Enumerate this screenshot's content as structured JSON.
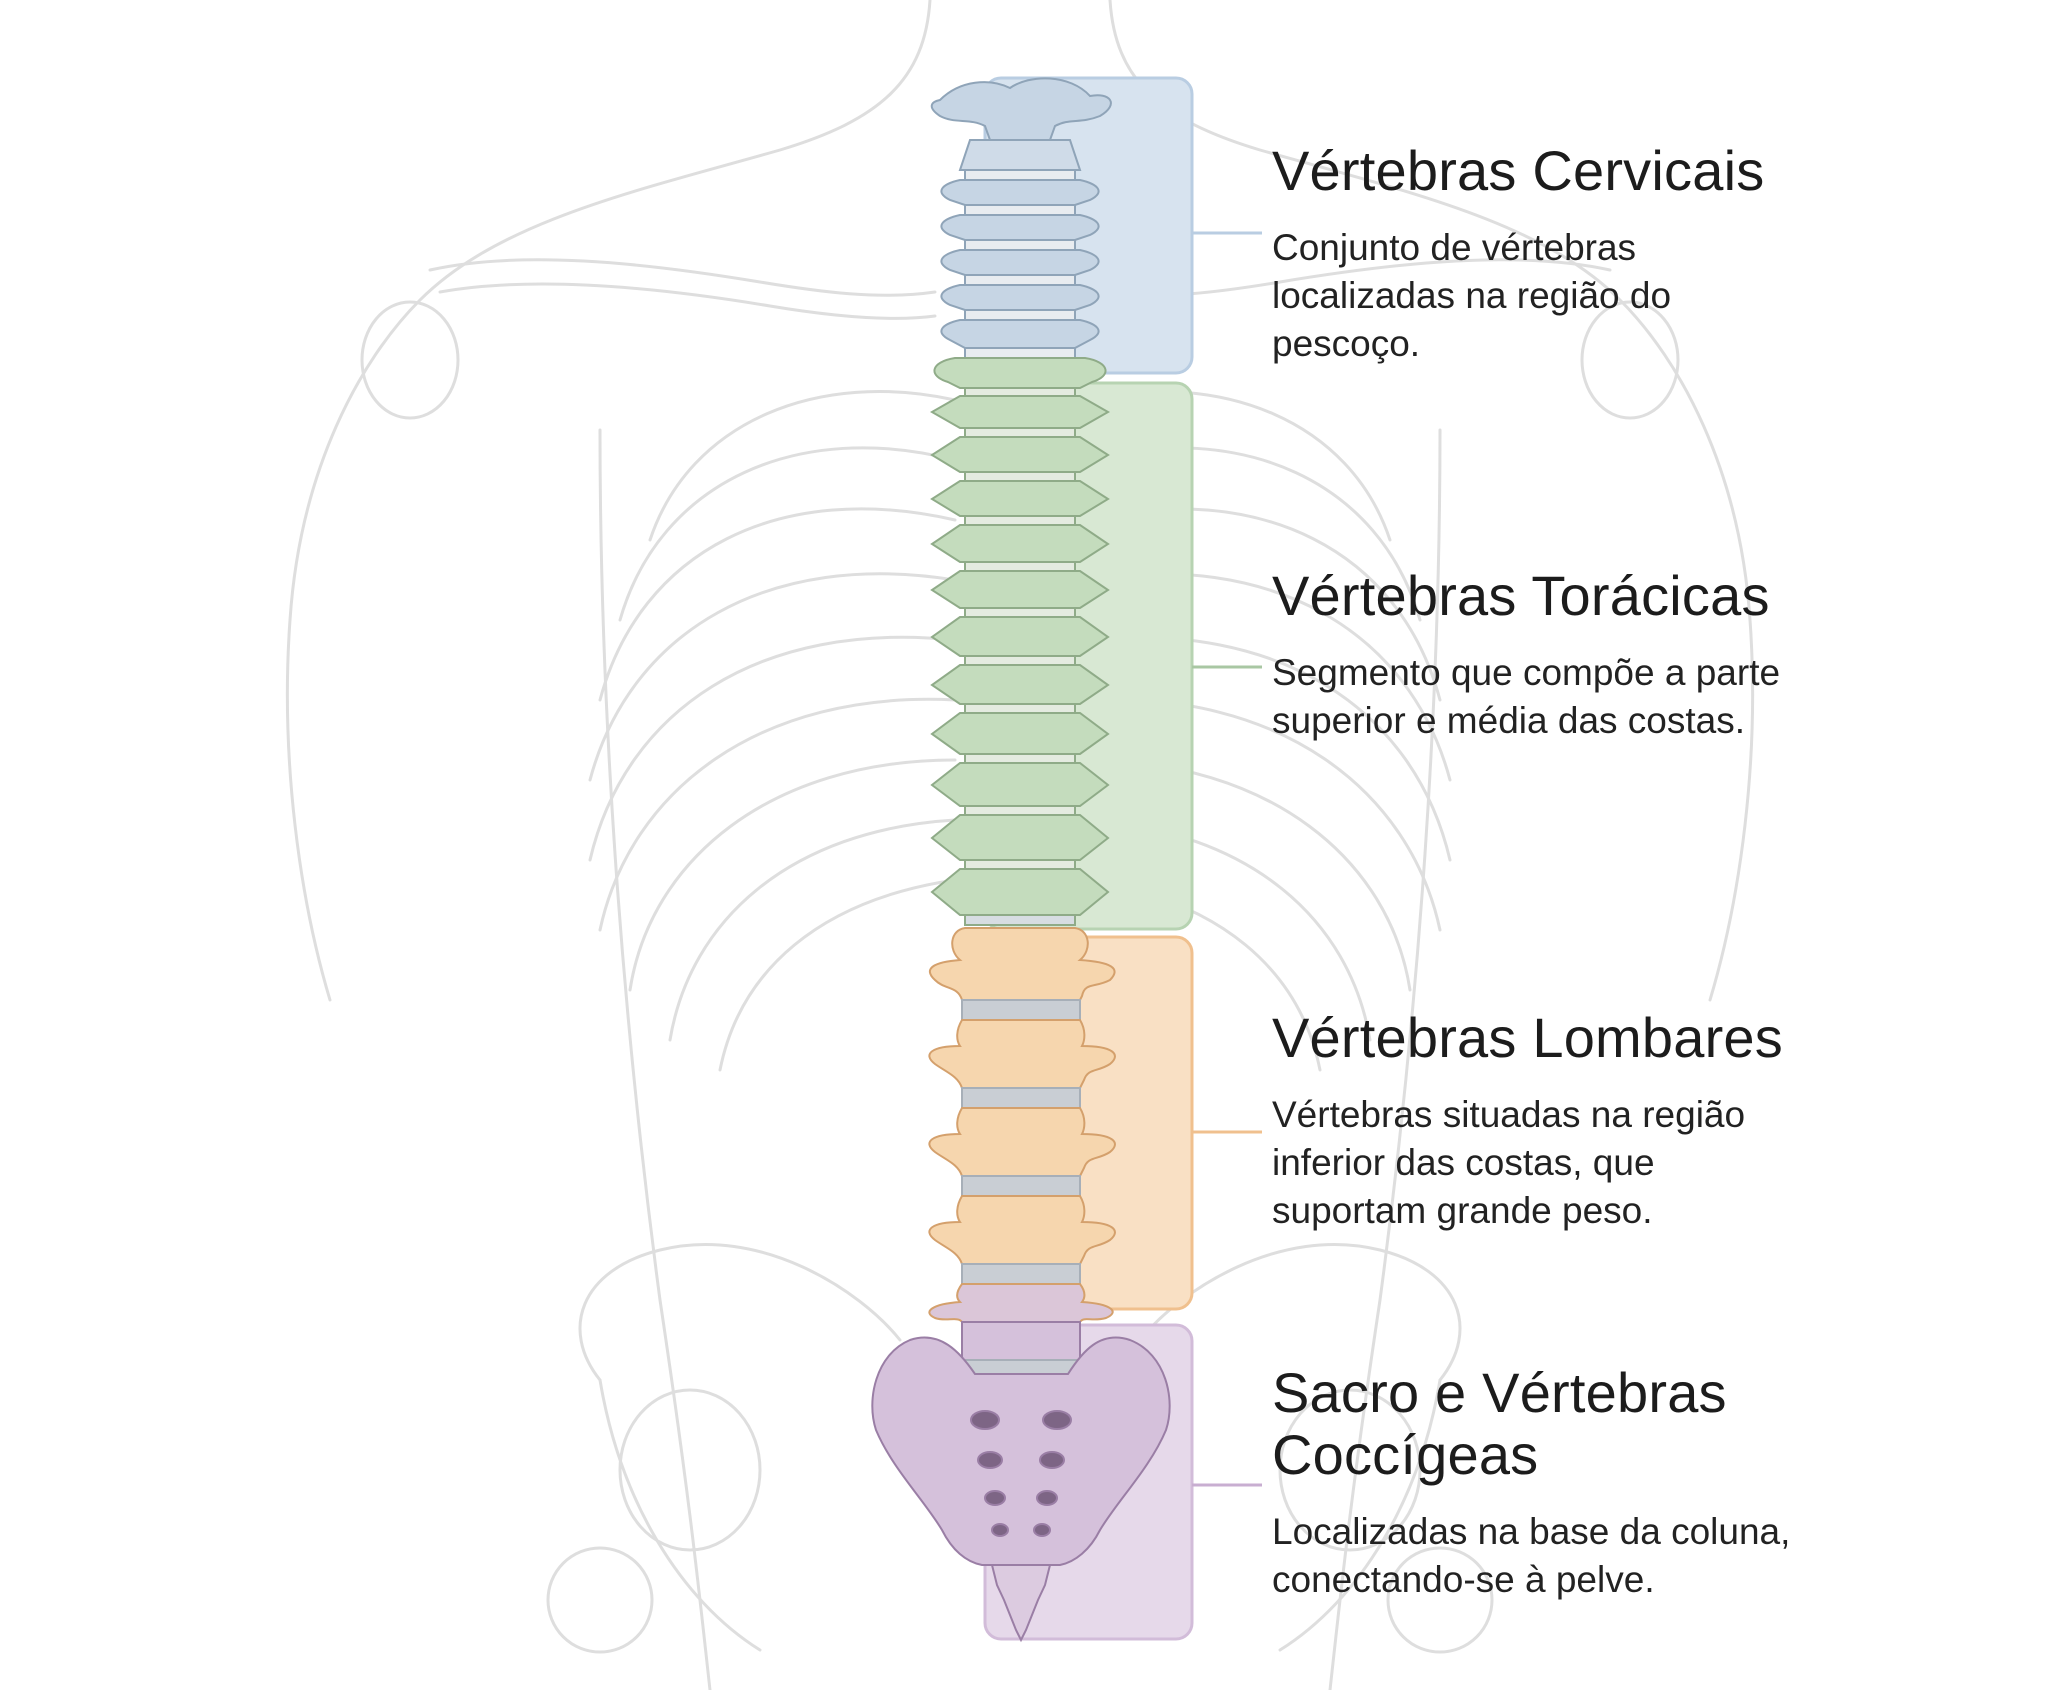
{
  "regions": [
    {
      "id": "cervical",
      "title": "Vértebras Cervicais",
      "description": "Conjunto de vértebras localizadas na região do pescoço.",
      "color": "#b9cde2",
      "bone_color": "#c6d5e4"
    },
    {
      "id": "thoracic",
      "title": "Vértebras Torácicas",
      "description": "Segmento que compõe a parte superior e média das costas.",
      "color": "#b7d3b2",
      "bone_color": "#c4dcbd"
    },
    {
      "id": "lumbar",
      "title": "Vértebras Lombares",
      "description": "Vértebras situadas na região inferior das costas, que suportam grande peso.",
      "color": "#f4c999",
      "bone_color": "#f6d6ae"
    },
    {
      "id": "sacral",
      "title": "Sacro e Vértebras Coccígeas",
      "description": "Localizadas na base da coluna, conectando-se à pelve.",
      "color": "#d2bcd9",
      "bone_color": "#d5c1db"
    }
  ],
  "colors": {
    "skeleton_outline": "#dcdcdc",
    "disc": "#c8cdd3",
    "text": "#1c1c1c"
  }
}
